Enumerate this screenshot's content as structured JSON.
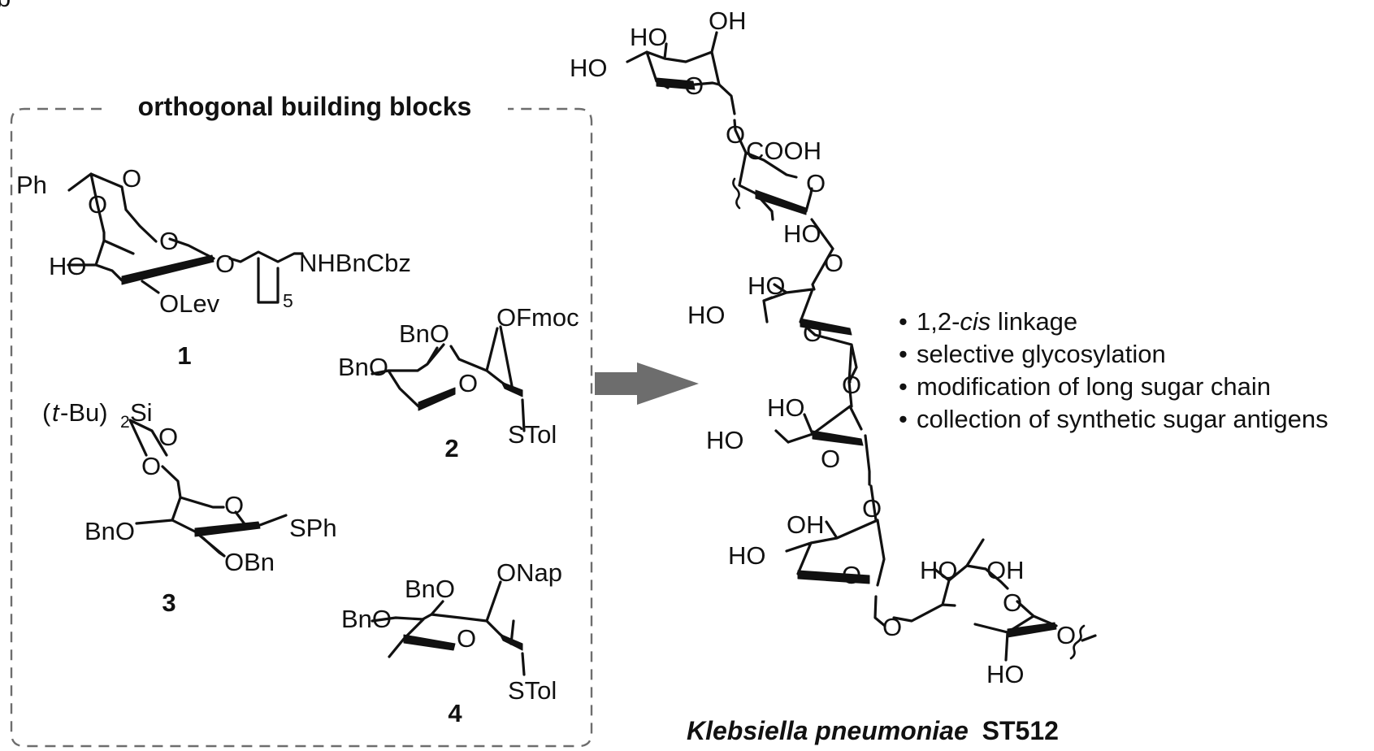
{
  "panel_letter": "b",
  "building_blocks": {
    "title": "orthogonal building blocks",
    "compound_1": {
      "number": "1",
      "labels": {
        "ph": "Ph",
        "o_benz_top": "O",
        "o_benz_bottom": "O",
        "o_ring": "O",
        "ho": "HO",
        "o_glyc": "O",
        "olev": "OLev",
        "nh": "NHBnCbz",
        "sub": "5"
      }
    },
    "compound_2": {
      "number": "2",
      "labels": {
        "bno_top": "BnO",
        "ofmoc": "OFmoc",
        "bno_left": "BnO",
        "o_ring": "O",
        "stol": "STol"
      }
    },
    "compound_3": {
      "number": "3",
      "labels": {
        "si_pre": "(",
        "si_t": "t",
        "si_mid": "-Bu)",
        "si_sub": "2",
        "si_post": "Si",
        "o_si_top": "O",
        "o_si_bottom": "O",
        "o_ring": "O",
        "bno": "BnO",
        "sph": "SPh",
        "obn": "OBn"
      }
    },
    "compound_4": {
      "number": "4",
      "labels": {
        "bno_top": "BnO",
        "onap": "ONap",
        "bno_left": "BnO",
        "o_ring": "O",
        "stol": "STol"
      }
    }
  },
  "target": {
    "name_italic": "Klebsiella pneumoniae",
    "name_bold": "ST512",
    "labels": {
      "r1_ho_top": "HO",
      "r1_oh_top": "OH",
      "r1_ho_left": "HO",
      "r1_o": "O",
      "l1_o": "O",
      "r2_cooh": "COOH",
      "r2_o": "O",
      "r2_ho": "HO",
      "l2_o": "O",
      "r3_ho_top": "HO",
      "r3_ho_left": "HO",
      "r3_o": "O",
      "l3_o": "O",
      "r4_ho_top": "HO",
      "r4_ho_left": "HO",
      "r4_o": "O",
      "l4_o": "O",
      "r5_oh_top": "OH",
      "r5_ho_left": "HO",
      "r5_o": "O",
      "l5_o": "O",
      "r6_ho_top": "HO",
      "r6_oh": "OH",
      "r6_o": "O",
      "r6_ho_bottom": "HO",
      "r6_o_anom": "O"
    }
  },
  "features": {
    "bullet": "•",
    "item1_pre": "1,2-",
    "item1_italic": "cis",
    "item1_post": " linkage",
    "item2": "selective glycosylation",
    "item3": "modification of long sugar chain",
    "item4": "collection of synthetic sugar antigens"
  },
  "colors": {
    "arrow": "#6d6d6d",
    "box_border": "#6d6d6d",
    "ink": "#111111"
  }
}
